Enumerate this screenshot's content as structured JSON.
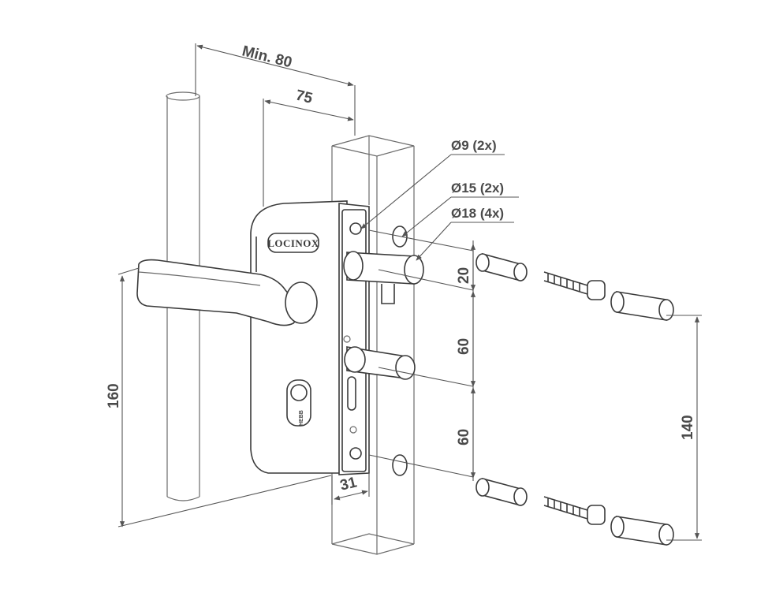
{
  "dimensions": {
    "min_80": "Min. 80",
    "d75": "75",
    "d20": "20",
    "d60_top": "60",
    "d60_bottom": "60",
    "d160": "160",
    "d31": "31",
    "d140": "140"
  },
  "holes": {
    "d9": "Ø9 (2x)",
    "d15": "Ø15 (2x)",
    "d18": "Ø18 (4x)"
  },
  "brand": "LOCINOX",
  "cylinder_mark": "HEBB",
  "colors": {
    "line": "#3a3a3a",
    "dimension": "#555555",
    "text": "#4a4a4a"
  }
}
